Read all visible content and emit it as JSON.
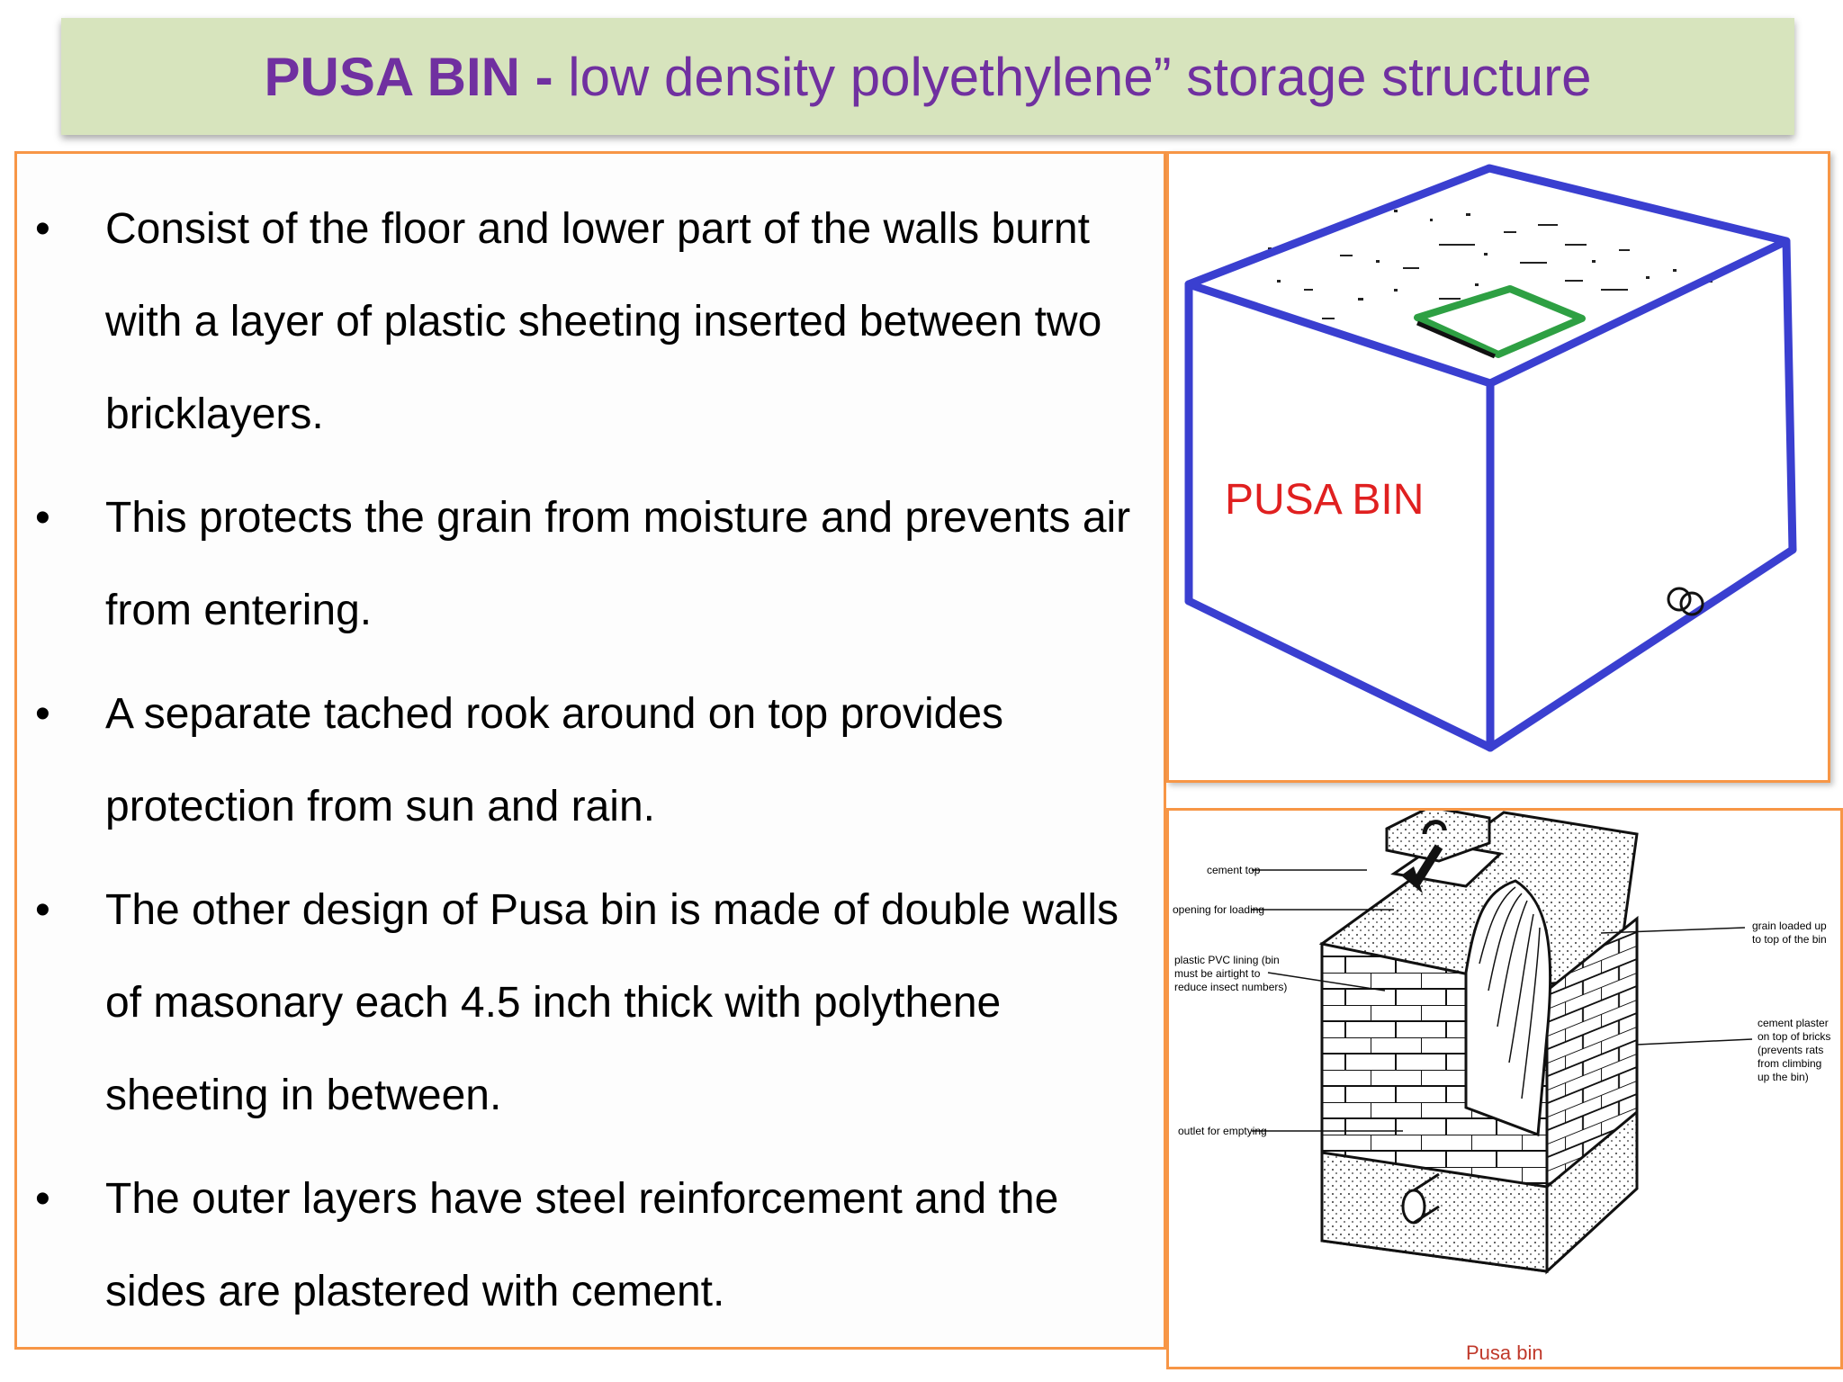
{
  "title": {
    "strong": "PUSA BIN -",
    "rest": " low density polyethylene” storage structure"
  },
  "bullets": [
    "Consist of the floor and lower part of the walls burnt with a layer of plastic sheeting inserted between two bricklayers.",
    "This protects the grain from moisture and prevents air from entering.",
    " A separate tached rook around on top provides protection from sun and rain.",
    "The other design of Pusa bin is made of double walls of masonary each 4.5 inch thick with polythene sheeting in between.",
    "The outer layers have steel reinforcement and the sides are plastered with cement."
  ],
  "box_figure": {
    "label": "PUSA BIN",
    "colors": {
      "edges": "#3a3fd0",
      "lid": "#2ea043",
      "label": "#e02020"
    }
  },
  "pusa_figure": {
    "labels": {
      "cement_top": "cement top",
      "opening": "opening for loading",
      "lining": [
        "plastic PVC lining (bin",
        "must be airtight to",
        "reduce insect numbers)"
      ],
      "outlet": "outlet for emptying",
      "grain": [
        "grain loaded up",
        "to top of the bin"
      ],
      "plaster": [
        "cement plaster",
        "on top of bricks",
        "(prevents rats",
        "from climbing",
        "up the bin)"
      ]
    },
    "caption": "Pusa bin",
    "caption_color": "#c0392b"
  }
}
